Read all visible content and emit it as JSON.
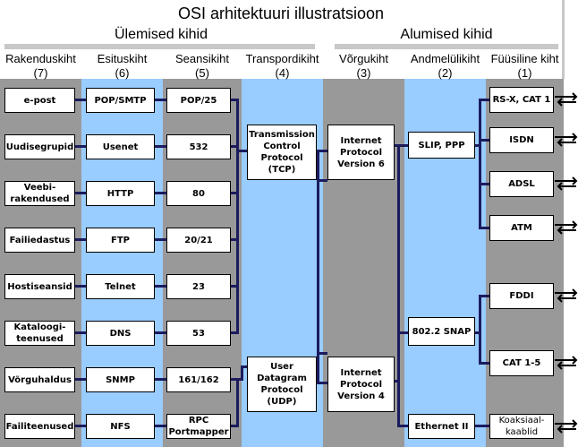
{
  "title": "OSI arhitektuuri illustratsioon",
  "groups": {
    "upper": "Ülemised kihid",
    "lower": "Alumised kihid"
  },
  "layers": [
    {
      "name": "Rakenduskiht",
      "num": "(7)"
    },
    {
      "name": "Esituskiht",
      "num": "(6)"
    },
    {
      "name": "Seansikiht",
      "num": "(5)"
    },
    {
      "name": "Transpordikiht",
      "num": "(4)"
    },
    {
      "name": "Võrgukiht",
      "num": "(3)"
    },
    {
      "name": "Andmelülikiht",
      "num": "(2)"
    },
    {
      "name": "Füüsiline kiht",
      "num": "(1)"
    }
  ],
  "application": [
    "e-post",
    "Uudisegrupid",
    "Veebi-rakendused",
    "Failiedastus",
    "Hostiseansid",
    "Kataloogi-teenused",
    "Võrguhaldus",
    "Failiteenused"
  ],
  "presentation": [
    "POP/SMTP",
    "Usenet",
    "HTTP",
    "FTP",
    "Telnet",
    "DNS",
    "SNMP",
    "NFS"
  ],
  "session": [
    "POP/25",
    "532",
    "80",
    "20/21",
    "23",
    "53",
    "161/162",
    "RPC Portmapper"
  ],
  "transport": [
    "Transmission Control Protocol (TCP)",
    "User Datagram Protocol (UDP)"
  ],
  "network": [
    "Internet Protocol Version 6",
    "Internet Protocol Version 4"
  ],
  "datalink": [
    "SLIP, PPP",
    "802.2 SNAP",
    "Ethernet II"
  ],
  "physical": [
    "RS-X, CAT 1",
    "ISDN",
    "ADSL",
    "ATM",
    "FDDI",
    "CAT 1-5",
    "Koaksiaal-kaablid"
  ],
  "colors": {
    "gray": "#999999",
    "blue": "#99ccff",
    "line": "#1b1b5e",
    "header": "#c8c8c8"
  }
}
